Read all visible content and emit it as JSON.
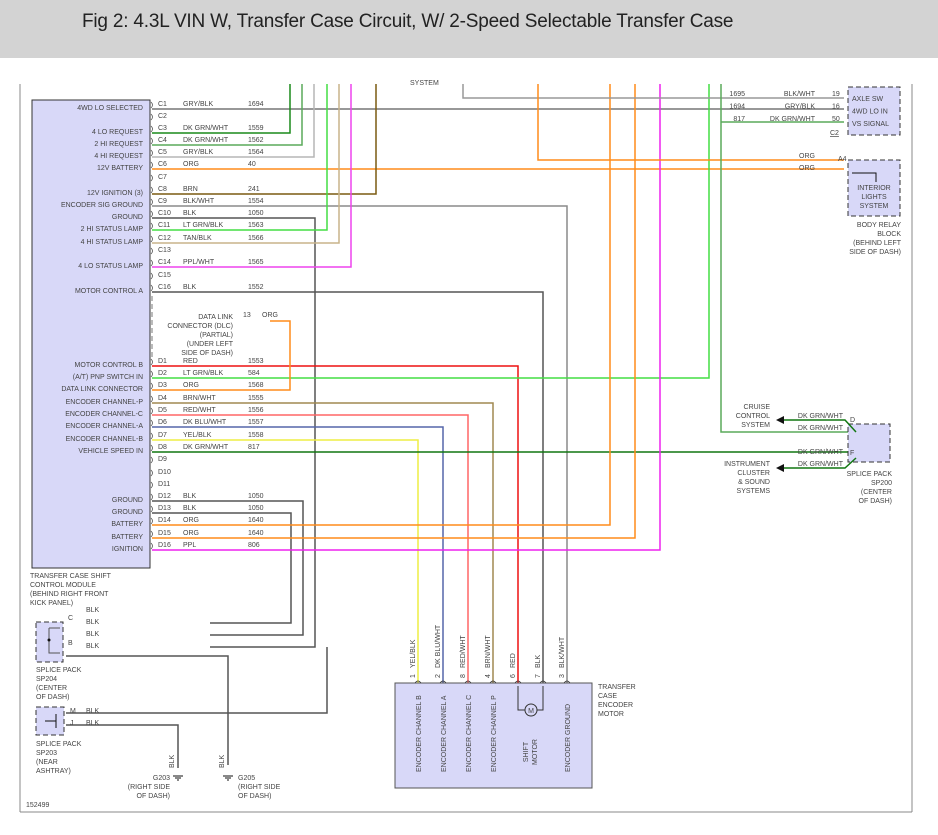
{
  "title": "Fig 2: 4.3L VIN W, Transfer Case Circuit, W/ 2-Speed Selectable Transfer Case",
  "figure_number": "152499",
  "top_partial_label": "SYSTEM",
  "module": {
    "name_lines": [
      "TRANSFER CASE SHIFT",
      "CONTROL MODULE",
      "(BEHIND RIGHT FRONT",
      "KICK PANEL)"
    ],
    "pins": [
      {
        "pin": "C1",
        "func": "4WD LO SELECTED",
        "color": "GRY/BLK",
        "circuit": "1694",
        "hex": "#777777"
      },
      {
        "pin": "C2",
        "func": "",
        "color": "",
        "circuit": "",
        "hex": ""
      },
      {
        "pin": "C3",
        "func": "4 LO REQUEST",
        "color": "DK GRN/WHT",
        "circuit": "1559",
        "hex": "#1a8a1a"
      },
      {
        "pin": "C4",
        "func": "2 HI REQUEST",
        "color": "DK GRN/WHT",
        "circuit": "1562",
        "hex": "#5aaa5a"
      },
      {
        "pin": "C5",
        "func": "4 HI REQUEST",
        "color": "GRY/BLK",
        "circuit": "1564",
        "hex": "#b5b5b5"
      },
      {
        "pin": "C6",
        "func": "12V BATTERY",
        "color": "ORG",
        "circuit": "40",
        "hex": "#ff8c1a"
      },
      {
        "pin": "C7",
        "func": "",
        "color": "",
        "circuit": "",
        "hex": ""
      },
      {
        "pin": "C8",
        "func": "12V IGNITION (3)",
        "color": "BRN",
        "circuit": "241",
        "hex": "#7a5a10"
      },
      {
        "pin": "C9",
        "func": "ENCODER SIG GROUND",
        "color": "BLK/WHT",
        "circuit": "1554",
        "hex": "#8a8a8a"
      },
      {
        "pin": "C10",
        "func": "GROUND",
        "color": "BLK",
        "circuit": "1050",
        "hex": "#555555"
      },
      {
        "pin": "C11",
        "func": "2 HI STATUS LAMP",
        "color": "LT GRN/BLK",
        "circuit": "1563",
        "hex": "#44dd44"
      },
      {
        "pin": "C12",
        "func": "4 HI STATUS LAMP",
        "color": "TAN/BLK",
        "circuit": "1566",
        "hex": "#c8b48a"
      },
      {
        "pin": "C13",
        "func": "",
        "color": "",
        "circuit": "",
        "hex": ""
      },
      {
        "pin": "C14",
        "func": "4 LO STATUS LAMP",
        "color": "PPL/WHT",
        "circuit": "1565",
        "hex": "#ee44ee"
      },
      {
        "pin": "C15",
        "func": "",
        "color": "",
        "circuit": "",
        "hex": ""
      },
      {
        "pin": "C16",
        "func": "MOTOR CONTROL A",
        "color": "BLK",
        "circuit": "1552",
        "hex": "#555555"
      },
      {
        "pin": "D1",
        "func": "MOTOR CONTROL B",
        "color": "RED",
        "circuit": "1553",
        "hex": "#ee1111"
      },
      {
        "pin": "D2",
        "func": "(A/T) PNP SWITCH IN",
        "color": "LT GRN/BLK",
        "circuit": "584",
        "hex": "#44dd44"
      },
      {
        "pin": "D3",
        "func": "DATA LINK CONNECTOR",
        "color": "ORG",
        "circuit": "1568",
        "hex": "#ff8c1a"
      },
      {
        "pin": "D4",
        "func": "ENCODER CHANNEL-P",
        "color": "BRN/WHT",
        "circuit": "1555",
        "hex": "#a08850"
      },
      {
        "pin": "D5",
        "func": "ENCODER CHANNEL-C",
        "color": "RED/WHT",
        "circuit": "1556",
        "hex": "#ff6666"
      },
      {
        "pin": "D6",
        "func": "ENCODER CHANNEL-A",
        "color": "DK BLU/WHT",
        "circuit": "1557",
        "hex": "#5566aa"
      },
      {
        "pin": "D7",
        "func": "ENCODER CHANNEL-B",
        "color": "YEL/BLK",
        "circuit": "1558",
        "hex": "#eeee44"
      },
      {
        "pin": "D8",
        "func": "VEHICLE SPEED IN",
        "color": "DK GRN/WHT",
        "circuit": "817",
        "hex": "#117711"
      },
      {
        "pin": "D9",
        "func": "",
        "color": "",
        "circuit": "",
        "hex": ""
      },
      {
        "pin": "D10",
        "func": "",
        "color": "",
        "circuit": "",
        "hex": ""
      },
      {
        "pin": "D11",
        "func": "",
        "color": "",
        "circuit": "",
        "hex": ""
      },
      {
        "pin": "D12",
        "func": "GROUND",
        "color": "BLK",
        "circuit": "1050",
        "hex": "#555555"
      },
      {
        "pin": "D13",
        "func": "GROUND",
        "color": "BLK",
        "circuit": "1050",
        "hex": "#555555"
      },
      {
        "pin": "D14",
        "func": "BATTERY",
        "color": "ORG",
        "circuit": "1640",
        "hex": "#ff8c1a"
      },
      {
        "pin": "D15",
        "func": "BATTERY",
        "color": "ORG",
        "circuit": "1640",
        "hex": "#ff8c1a"
      },
      {
        "pin": "D16",
        "func": "IGNITION",
        "color": "PPL",
        "circuit": "806",
        "hex": "#ee22ee"
      }
    ]
  },
  "dlc": {
    "lines": [
      "DATA LINK",
      "CONNECTOR (DLC)",
      "(PARTIAL)",
      "(UNDER LEFT",
      "SIDE OF DASH)"
    ],
    "pin": "13",
    "color": "ORG"
  },
  "vs_module": {
    "rows": [
      {
        "circuit": "1695",
        "color": "BLK/WHT",
        "pin": "19",
        "label": "AXLE SW"
      },
      {
        "circuit": "1694",
        "color": "GRY/BLK",
        "pin": "16",
        "label": "4WD LO IN"
      },
      {
        "circuit": "817",
        "color": "DK GRN/WHT",
        "pin": "50",
        "label": "VS SIGNAL"
      }
    ],
    "connector": "C2"
  },
  "body_relay": {
    "wire_colors": [
      "ORG",
      "ORG"
    ],
    "pin": "A4",
    "box_lines": [
      "INTERIOR",
      "LIGHTS",
      "SYSTEM"
    ],
    "caption_lines": [
      "BODY RELAY",
      "BLOCK",
      "(BEHIND LEFT",
      "SIDE OF DASH)"
    ]
  },
  "sp200": {
    "cruise_lines": [
      "CRUISE",
      "CONTROL",
      "SYSTEM"
    ],
    "cluster_lines": [
      "INSTRUMENT",
      "CLUSTER",
      "& SOUND",
      "SYSTEMS"
    ],
    "wire_color": "DK GRN/WHT",
    "pin_d": "D",
    "pin_f": "F",
    "caption_lines": [
      "SPLICE PACK",
      "SP200",
      "(CENTER",
      "OF DASH)"
    ]
  },
  "sp204": {
    "pin_c": "C",
    "pin_b": "B",
    "wire_color": "BLK",
    "caption_lines": [
      "SPLICE PACK",
      "SP204",
      "(CENTER",
      "OF DASH)"
    ]
  },
  "sp203": {
    "pin_m": "M",
    "pin_j": "J",
    "wire_color": "BLK",
    "caption_lines": [
      "SPLICE PACK",
      "SP203",
      "(NEAR",
      "ASHTRAY)"
    ]
  },
  "grounds": [
    {
      "name": "G203",
      "wire": "BLK",
      "lines": [
        "(RIGHT SIDE",
        "OF DASH)"
      ]
    },
    {
      "name": "G205",
      "wire": "BLK",
      "lines": [
        "(RIGHT SIDE",
        "OF DASH)"
      ]
    }
  ],
  "encoder_motor": {
    "caption_lines": [
      "TRANSFER",
      "CASE",
      "ENCODER",
      "MOTOR"
    ],
    "pins": [
      {
        "pin": "1",
        "color": "YEL/BLK",
        "label": "ENCODER CHANNEL B"
      },
      {
        "pin": "2",
        "color": "DK BLU/WHT",
        "label": "ENCODER CHANNEL A"
      },
      {
        "pin": "8",
        "color": "RED/WHT",
        "label": "ENCODER CHANNEL C"
      },
      {
        "pin": "4",
        "color": "BRN/WHT",
        "label": "ENCODER CHANNEL P"
      },
      {
        "pin": "6",
        "color": "RED",
        "label": ""
      },
      {
        "pin": "7",
        "color": "BLK",
        "label": ""
      },
      {
        "pin": "3",
        "color": "BLK/WHT",
        "label": "ENCODER GROUND"
      }
    ],
    "motor_symbol": "M",
    "motor_lines": [
      "SHIFT",
      "MOTOR"
    ]
  }
}
